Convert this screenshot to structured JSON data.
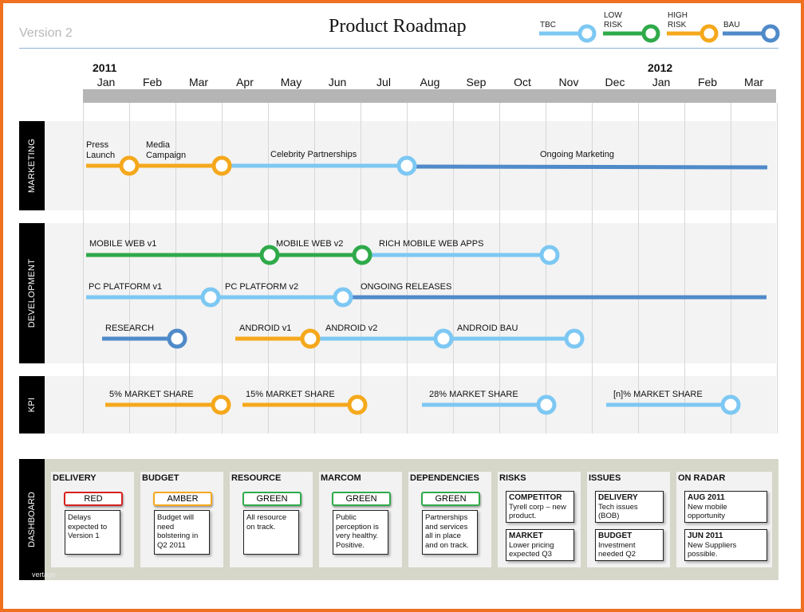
{
  "header": {
    "version": "Version 2",
    "title": "Product Roadmap"
  },
  "legend": [
    {
      "label": "TBC",
      "color": "#7dc8f3"
    },
    {
      "label": "LOW\nRISK",
      "color": "#2faa4a"
    },
    {
      "label": "HIGH\nRISK",
      "color": "#f5a81c"
    },
    {
      "label": "BAU",
      "color": "#4f8ac9"
    }
  ],
  "timeline": {
    "years": [
      "2011",
      "2012"
    ],
    "months": [
      "Jan",
      "Feb",
      "Mar",
      "Apr",
      "May",
      "Jun",
      "Jul",
      "Aug",
      "Sep",
      "Oct",
      "Nov",
      "Dec",
      "Jan",
      "Feb",
      "Mar"
    ]
  },
  "bands": {
    "marketing": "MARKETING",
    "development": "DEVELOPMENT",
    "kpi": "KPI",
    "dashboard": "DASHBOARD"
  },
  "marketing": {
    "press_launch": "Press\nLaunch",
    "media_campaign": "Media\nCampaign",
    "celebrity": "Celebrity Partnerships",
    "ongoing": "Ongoing Marketing"
  },
  "development": {
    "mobile_web_v1": "MOBILE WEB v1",
    "mobile_web_v2": "MOBILE WEB v2",
    "rich_mobile": "RICH MOBILE  WEB APPS",
    "pc_v1": "PC PLATFORM  v1",
    "pc_v2": "PC PLATFORM  v2",
    "ongoing_releases": "ONGOING RELEASES",
    "research": "RESEARCH",
    "android_v1": "ANDROID v1",
    "android_v2": "ANDROID v2",
    "android_bau": "ANDROID BAU"
  },
  "kpi": {
    "k1": "5% MARKET  SHARE",
    "k2": "15% MARKET  SHARE",
    "k3": "28% MARKET  SHARE",
    "k4": "[n]% MARKET  SHARE"
  },
  "dashboard": {
    "delivery": {
      "title": "DELIVERY",
      "status": "RED",
      "color": "#d62020",
      "note": "Delays expected to Version 1"
    },
    "budget": {
      "title": "BUDGET",
      "status": "AMBER",
      "color": "#f5a81c",
      "note": "Budget will need bolstering in Q2 2011"
    },
    "resource": {
      "title": "RESOURCE",
      "status": "GREEN",
      "color": "#2faa4a",
      "note": "All resource on track."
    },
    "marcom": {
      "title": "MARCOM",
      "status": "GREEN",
      "color": "#2faa4a",
      "note": "Public perception is very healthy. Positive."
    },
    "dependencies": {
      "title": "DEPENDENCIES",
      "status": "GREEN",
      "color": "#2faa4a",
      "note": "Partnerships and services all in place and on track."
    },
    "risks": {
      "title": "RISKS",
      "items": [
        {
          "head": "COMPETITOR",
          "body": "Tyrell corp – new product."
        },
        {
          "head": "MARKET",
          "body": "Lower pricing expected Q3"
        }
      ]
    },
    "issues": {
      "title": "ISSUES",
      "items": [
        {
          "head": "DELIVERY",
          "body": "Tech issues (BOB)"
        },
        {
          "head": "BUDGET",
          "body": "Investment needed Q2"
        }
      ]
    },
    "on_radar": {
      "title": "ON RADAR",
      "items": [
        {
          "head": "AUG 2011",
          "body": "New mobile opportunity"
        },
        {
          "head": "JUN 2011",
          "body": "New Suppliers possible."
        }
      ]
    }
  },
  "watermark": "vertage"
}
